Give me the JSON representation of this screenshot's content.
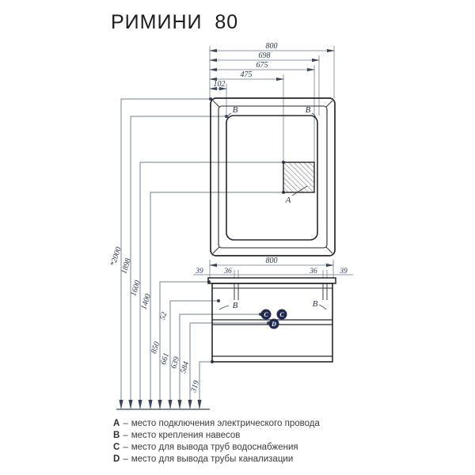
{
  "page": {
    "title": "РИМИНИ  80"
  },
  "colors": {
    "ink": "#26262e",
    "dimension_lines": "#8d97ab",
    "dimension_text": "#2c3650",
    "hole_marker_fill": "#1e2a52",
    "legend_text": "#3b3b3b"
  },
  "dims": {
    "top": [
      "800",
      "698",
      "675",
      "475",
      "102"
    ],
    "left": [
      "*2000",
      "1898",
      "1600",
      "1400",
      "850",
      "661",
      "639",
      "584",
      "319"
    ],
    "gap": "52",
    "cabinet_width": "800",
    "cabinet_offsets": [
      "39",
      "36",
      "36",
      "39"
    ]
  },
  "marks": {
    "a": "A",
    "b": "B",
    "c": "C",
    "d": "D"
  },
  "legend": {
    "sep": "–",
    "items": [
      {
        "key": "A",
        "text": "место подключения электрического провода"
      },
      {
        "key": "B",
        "text": "место крепления навесов"
      },
      {
        "key": "C",
        "text": "место для вывода труб водоснабжения"
      },
      {
        "key": "D",
        "text": "место для вывода трубы канализации"
      }
    ]
  }
}
